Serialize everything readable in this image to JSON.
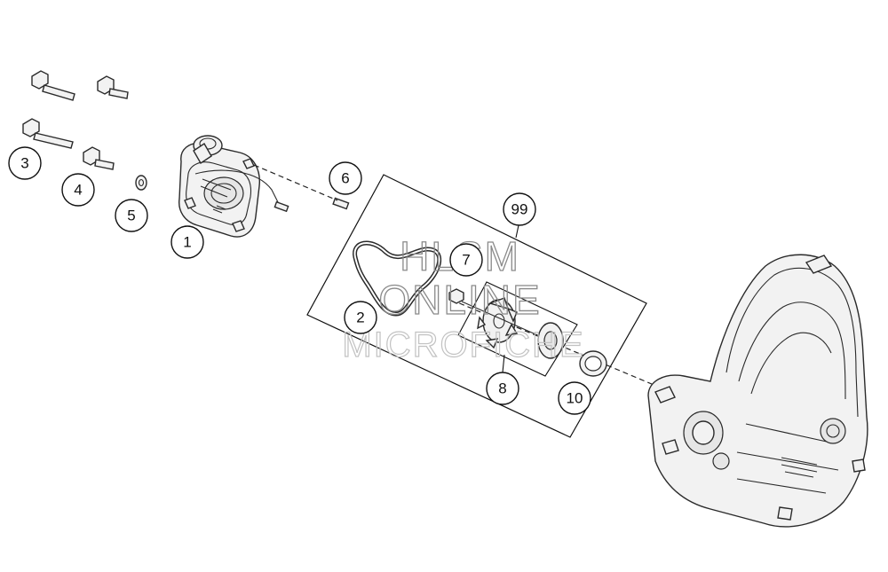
{
  "callouts": {
    "c1": "1",
    "c2": "2",
    "c3": "3",
    "c4": "4",
    "c5": "5",
    "c6": "6",
    "c7": "7",
    "c8": "8",
    "c10": "10",
    "c99": "99"
  },
  "watermark": {
    "line1": "HLSM",
    "line2": "ONLINE",
    "line3": "MICROFICHE"
  }
}
